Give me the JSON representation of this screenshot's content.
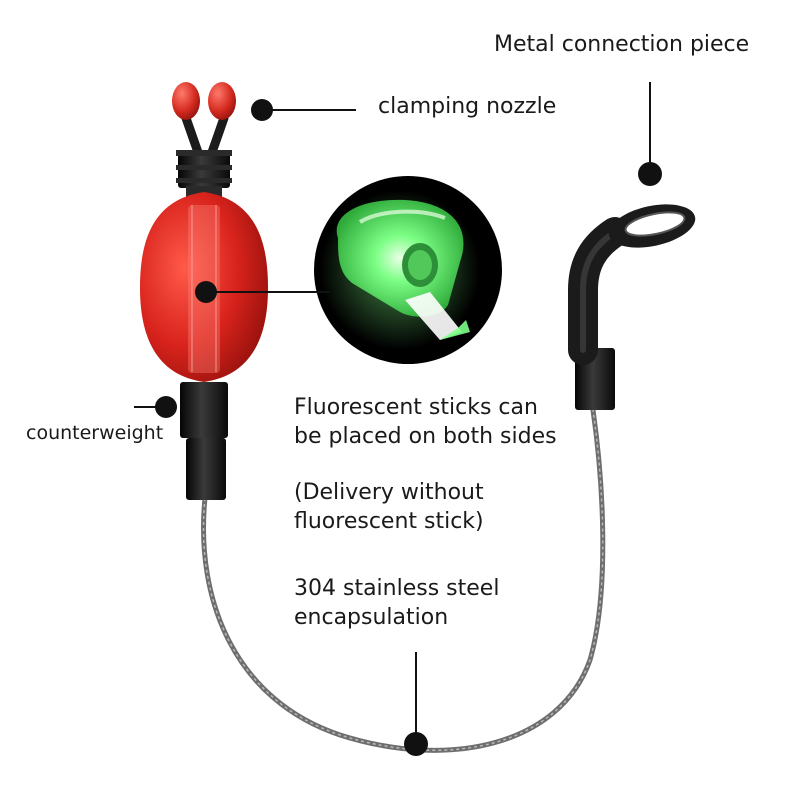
{
  "labels": {
    "metal_connection": "Metal connection piece",
    "clamping_nozzle": "clamping nozzle",
    "counterweight": "counterweight",
    "fluorescent": [
      "Fluorescent sticks can",
      "be placed on both sides"
    ],
    "delivery": [
      "(Delivery without",
      "fluorescent stick)"
    ],
    "stainless": [
      "304 stainless steel",
      "encapsulation"
    ]
  },
  "colors": {
    "body_red": "#d8231c",
    "glow_green": "#5ee86a",
    "hardware_black": "#1b1b1b",
    "wire_gray": "#6e6e6e"
  },
  "icons": [
    "bobbin-indicator",
    "glow-insert",
    "wire-hanger-hook"
  ]
}
